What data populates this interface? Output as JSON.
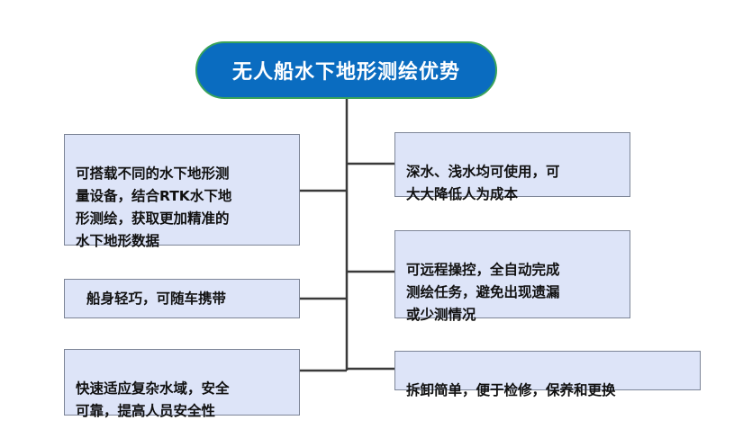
{
  "diagram": {
    "root": "无人船水下地形测绘优势",
    "left": [
      "可搭载不同的水下地形测\n量设备，结合RTK水下地\n形测绘，获取更加精准的\n水下地形数据",
      "船身轻巧，可随车携带",
      "快速适应复杂水域，安全\n可靠，提高人员安全性"
    ],
    "right": [
      "深水、浅水均可使用，可\n大大降低人为成本",
      "可远程操控，全自动完成\n测绘任务，避免出现遗漏\n或少测情况",
      "拆卸简单，便于检修，保养和更换"
    ]
  }
}
